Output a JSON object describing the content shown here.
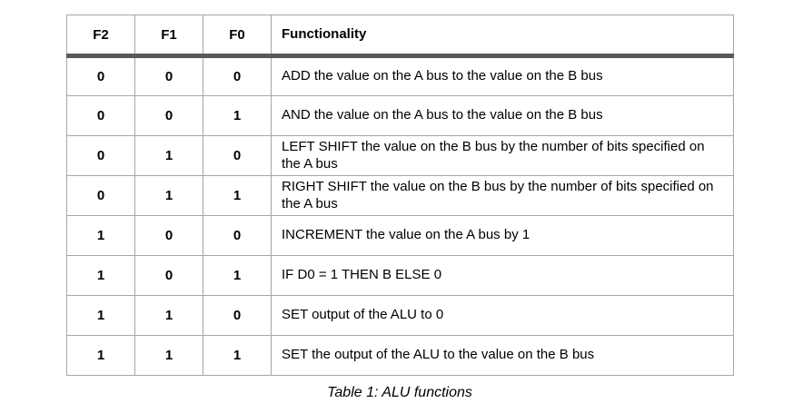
{
  "table": {
    "caption": "Table 1: ALU functions",
    "headers": {
      "f2": "F2",
      "f1": "F1",
      "f0": "F0",
      "func": "Functionality"
    },
    "rows": [
      {
        "f2": "0",
        "f1": "0",
        "f0": "0",
        "func": "ADD the value on the A bus to the value on the B bus"
      },
      {
        "f2": "0",
        "f1": "0",
        "f0": "1",
        "func": "AND the value on the A bus to the value on the B bus"
      },
      {
        "f2": "0",
        "f1": "1",
        "f0": "0",
        "func": "LEFT SHIFT the value on the B bus by the number of bits specified on the A bus"
      },
      {
        "f2": "0",
        "f1": "1",
        "f0": "1",
        "func": "RIGHT SHIFT the value on the B bus by the number of bits specified on the A bus"
      },
      {
        "f2": "1",
        "f1": "0",
        "f0": "0",
        "func": "INCREMENT the value on the A bus by 1"
      },
      {
        "f2": "1",
        "f1": "0",
        "f0": "1",
        "func": "IF D0 = 1 THEN B ELSE 0"
      },
      {
        "f2": "1",
        "f1": "1",
        "f0": "0",
        "func": "SET output of the ALU to 0"
      },
      {
        "f2": "1",
        "f1": "1",
        "f0": "1",
        "func": "SET the output of the ALU to the value on the B bus"
      }
    ],
    "colors": {
      "border": "#a6a6a6",
      "header_rule": "#595959",
      "text": "#000000"
    }
  }
}
